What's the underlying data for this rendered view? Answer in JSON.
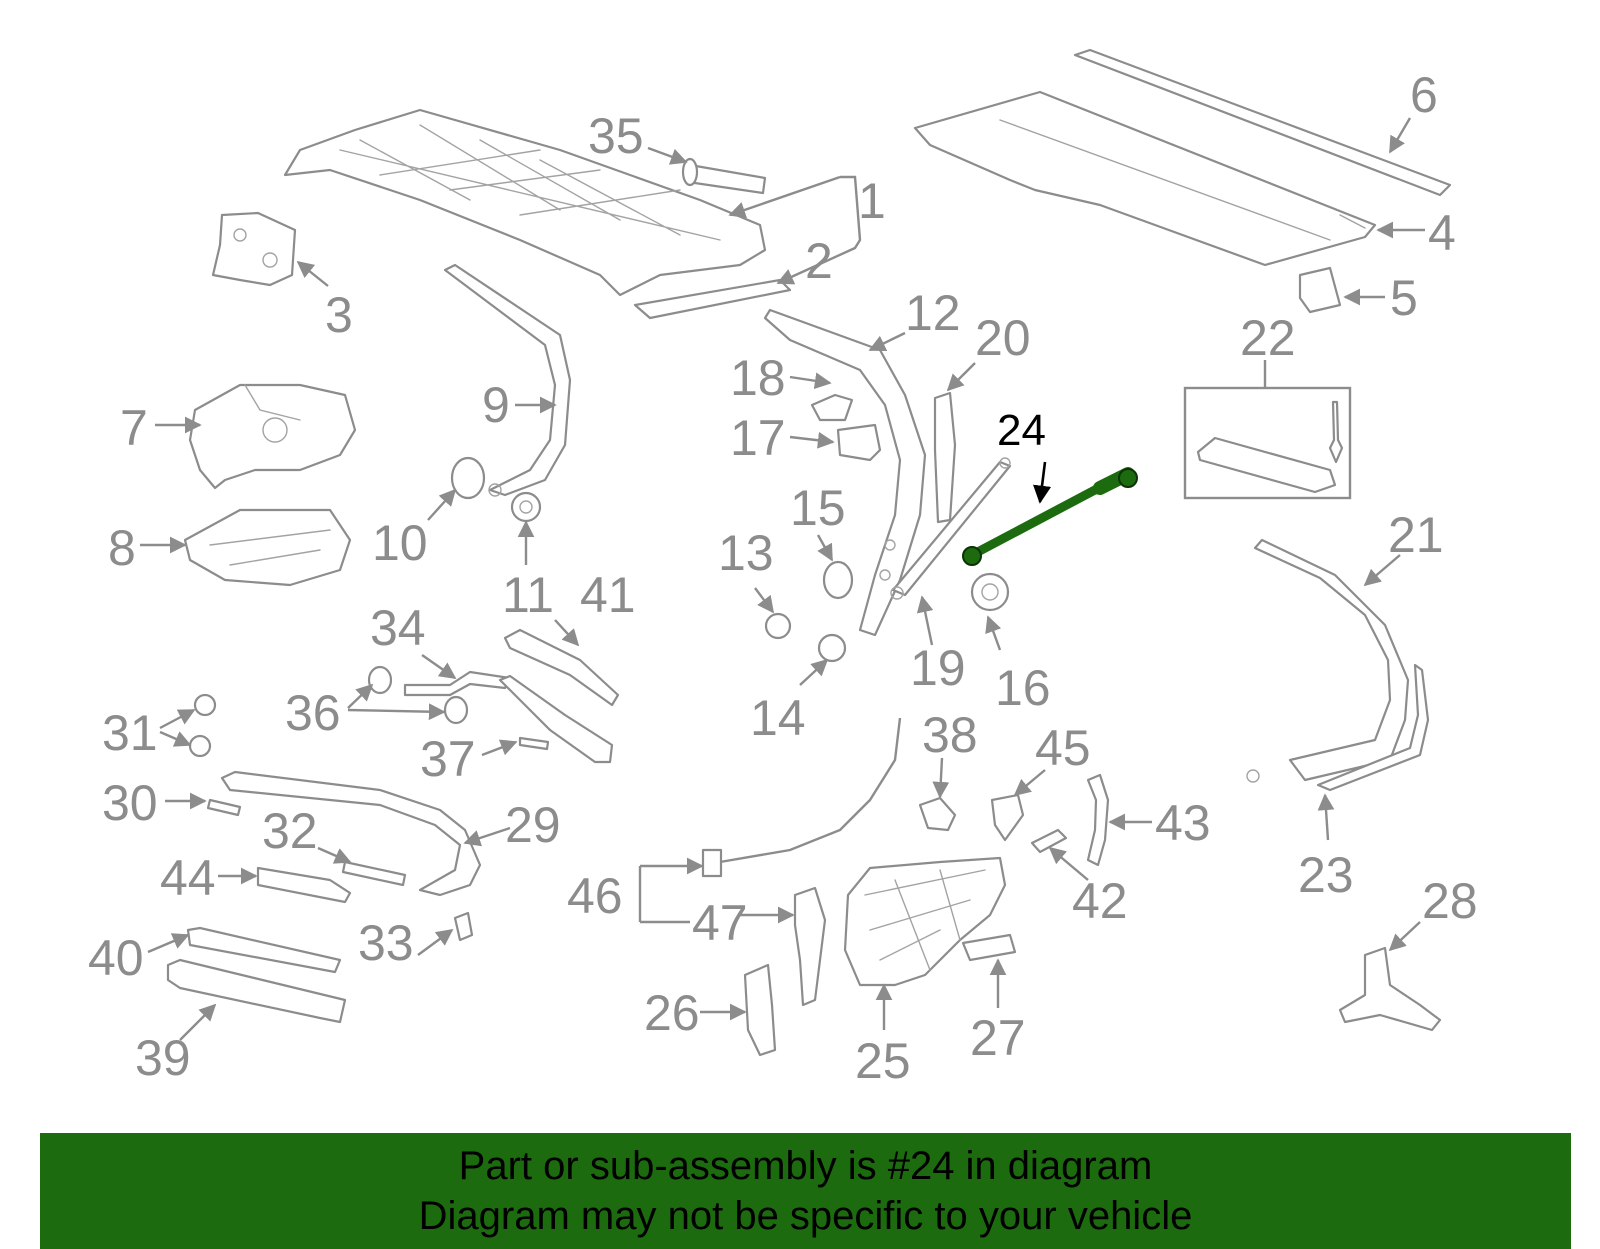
{
  "diagram": {
    "highlighted_part": "24",
    "colors": {
      "line": "#8c8c8c",
      "highlight_part": "#1c6b0e",
      "highlight_label": "#000000",
      "banner": "#1c6b0e"
    },
    "labels": [
      "1",
      "2",
      "3",
      "4",
      "5",
      "6",
      "7",
      "8",
      "9",
      "10",
      "11",
      "12",
      "13",
      "14",
      "15",
      "16",
      "17",
      "18",
      "19",
      "20",
      "21",
      "22",
      "23",
      "24",
      "25",
      "26",
      "27",
      "28",
      "29",
      "30",
      "31",
      "32",
      "33",
      "34",
      "35",
      "36",
      "37",
      "38",
      "39",
      "40",
      "41",
      "42",
      "43",
      "44",
      "45",
      "46",
      "47"
    ]
  },
  "banner": {
    "line1": "Part or sub-assembly is #24 in diagram",
    "line2": "Diagram may not be specific to your vehicle"
  }
}
